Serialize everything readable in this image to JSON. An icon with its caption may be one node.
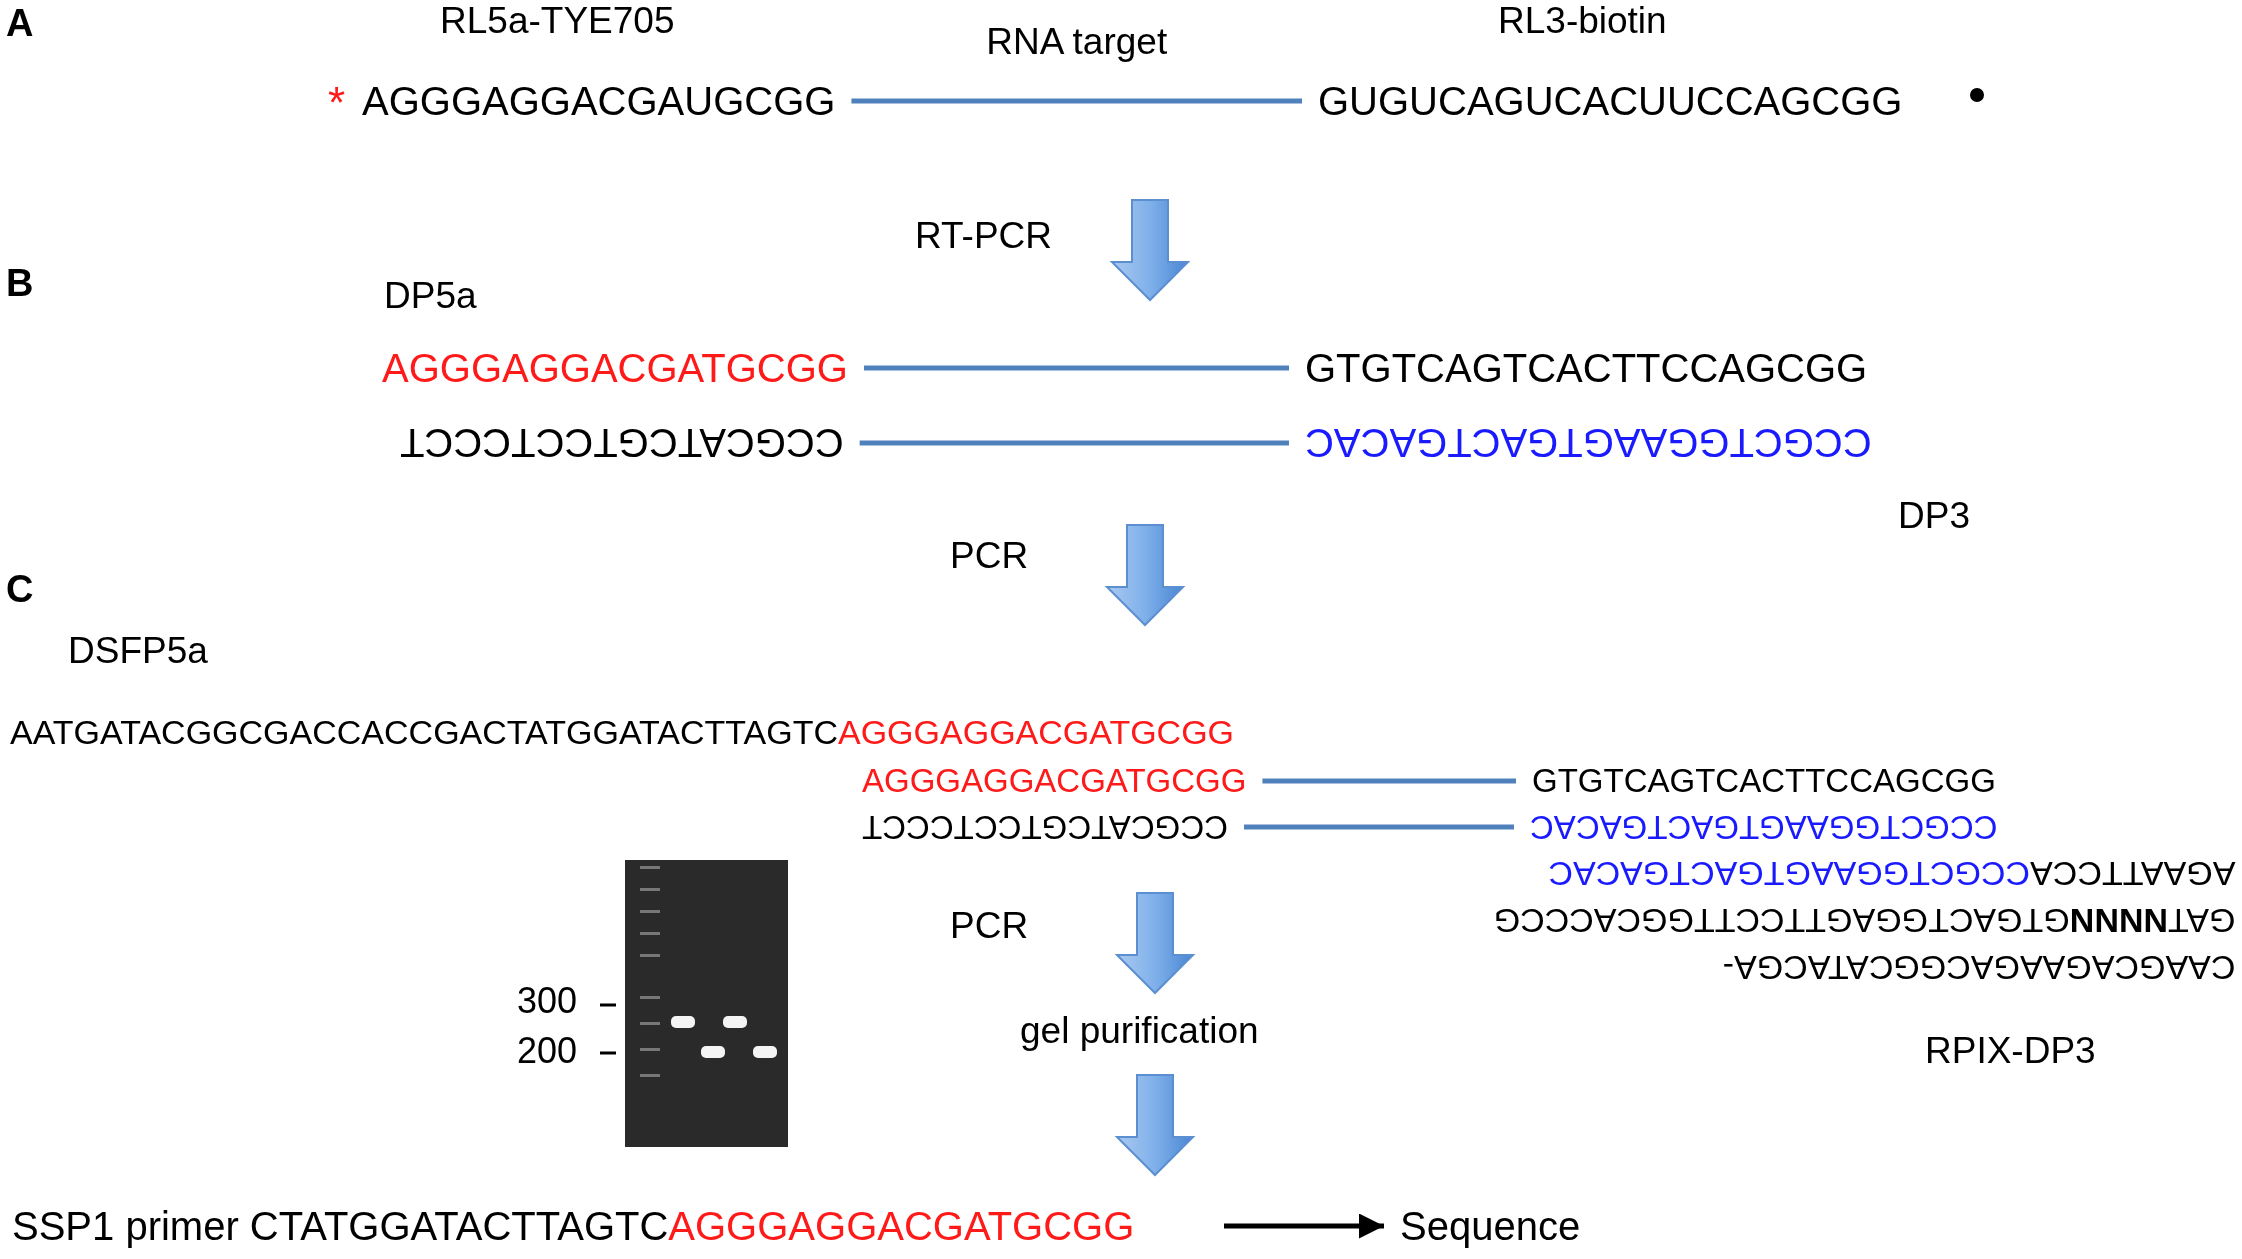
{
  "diagram": {
    "nodes": [
      {
        "text": [
          "AGGGAGGACGAUGCGG"
        ],
        "beside": [
          "RL5a-TYE705"
        ]
      },
      {
        "text": [
          "GUGUCAGUCACUUCCAGCGG"
        ],
        "beside": [
          "RL3-biotin"
        ]
      },
      {
        "text": [
          "AGGGAGGACGATGCGG"
        ],
        "beside": [
          "DP5a"
        ]
      },
      {
        "text": [
          "GTGTCAGTCACTTCCAGCGG"
        ]
      },
      {
        "text": [
          "CCGCATCGTCCTCCCT"
        ]
      },
      {
        "text": [
          "CCGCTGGAAGTGACTGACAC"
        ],
        "beside": [
          "DP3"
        ]
      },
      {
        "text": [
          "AGGGAGGACGATGCGG"
        ]
      },
      {
        "text": [
          "GTGTCAGTCACTTCCAGCGG"
        ]
      },
      {
        "text": [
          "CCGCATCGTCCTCCCT"
        ]
      },
      {
        "text": [
          "CCGCTGGAAGTGACTGACAC"
        ]
      },
      {
        "text": [
          "SSP1 primer CTATGGATACTTAGTC",
          "AGGGAGGACGATGCGG"
        ]
      },
      {
        "text": [
          "Sequence"
        ]
      }
    ],
    "edges": [
      {
        "from": 0,
        "to": 1,
        "arrow": "none",
        "label": "RNA target"
      },
      {
        "from": 2,
        "to": 3,
        "arrow": "none"
      },
      {
        "from": 4,
        "to": 5,
        "arrow": "none"
      },
      {
        "from": 6,
        "to": 7,
        "arrow": "none"
      },
      {
        "from": 8,
        "to": 9,
        "arrow": "none"
      },
      {
        "from": 10,
        "to": 11,
        "arrow": "to",
        "color": "#000000"
      }
    ],
    "labels": [
      "A",
      "*",
      "RT-PCR",
      "B",
      "PCR",
      "C",
      "DSFP5a",
      "AATGATACGGCGACCACCGACTATGGATACTTAGTC",
      "AGGGAGGACGATGCGG",
      "CCGCTGGAAGTGACTGACAC",
      "AGAATTCCA",
      "GAT**NNNN**GTGACTGGAGTTCCTTGGCACCCG",
      "CAAGCAGAAGACGGCATACGA-",
      "300",
      "200",
      "PCR",
      "gel purification",
      "RPIX-DP3"
    ]
  }
}
